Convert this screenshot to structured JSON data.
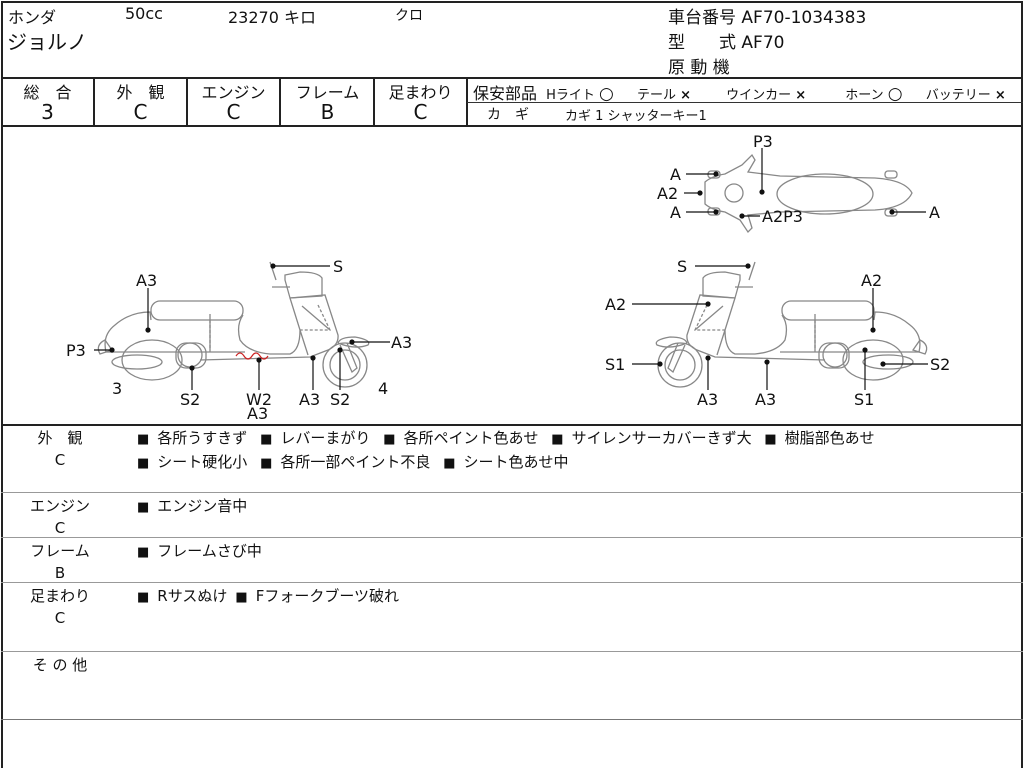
{
  "header": {
    "maker": "ホンダ",
    "displacement": "50cc",
    "mileage": "23270 キロ",
    "color": "クロ",
    "model_name": "ジョルノ",
    "frame_no_label": "車台番号",
    "frame_no": "AF70-1034383",
    "type_label": "型　　式",
    "type": "AF70",
    "category": "原 動 機"
  },
  "grades": [
    {
      "label": "総　合",
      "value": "3"
    },
    {
      "label": "外　観",
      "value": "C"
    },
    {
      "label": "エンジン",
      "value": "C"
    },
    {
      "label": "フレーム",
      "value": "B"
    },
    {
      "label": "足まわり",
      "value": "C"
    }
  ],
  "safety": {
    "label": "保安部品",
    "items": [
      {
        "name": "Hライト",
        "mark": "○"
      },
      {
        "name": "テール",
        "mark": "×"
      },
      {
        "name": "ウインカー",
        "mark": "×"
      },
      {
        "name": "ホーン",
        "mark": "○"
      },
      {
        "name": "バッテリー",
        "mark": "×"
      }
    ],
    "key_label": "カ　ギ",
    "key_value": "カギ 1 シャッターキー1"
  },
  "diagram": {
    "left_side": [
      "A3",
      "P3",
      "3",
      "S2",
      "W2",
      "A3",
      "A3",
      "S2",
      "4",
      "A3",
      "S"
    ],
    "right_side": [
      "S",
      "A2",
      "A2",
      "S1",
      "A3",
      "A3",
      "S1",
      "S2"
    ],
    "top_view": [
      "P3",
      "A",
      "A2",
      "A",
      "A2P3",
      "A"
    ],
    "colors": {
      "line": "#888888",
      "damage": "#cc2222"
    }
  },
  "remarks": [
    {
      "label": "外　観",
      "grade": "C",
      "items": [
        "各所うすきず",
        "レバーまがり",
        "各所ペイント色あせ",
        "サイレンサーカバーきず大",
        "樹脂部色あせ",
        "シート硬化小",
        "各所一部ペイント不良",
        "シート色あせ中"
      ]
    },
    {
      "label": "エンジン",
      "grade": "C",
      "items": [
        "エンジン音中"
      ]
    },
    {
      "label": "フレーム",
      "grade": "B",
      "items": [
        "フレームさび中"
      ]
    },
    {
      "label": "足まわり",
      "grade": "C",
      "items": [
        "Rサスぬけ",
        "Fフォークブーツ破れ"
      ]
    },
    {
      "label": "そ の 他",
      "grade": "",
      "items": []
    }
  ],
  "bullet": "■"
}
